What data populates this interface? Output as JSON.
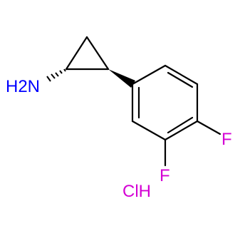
{
  "molecule": {
    "amine_label": "H2N",
    "fluorine_label_1": "F",
    "fluorine_label_2": "F",
    "salt_label": "ClH"
  },
  "colors": {
    "background": "#ffffff",
    "bond": "#000000",
    "nitrogen": "#0000ff",
    "fluorine": "#d400d4",
    "chlorine": "#d400d4"
  }
}
